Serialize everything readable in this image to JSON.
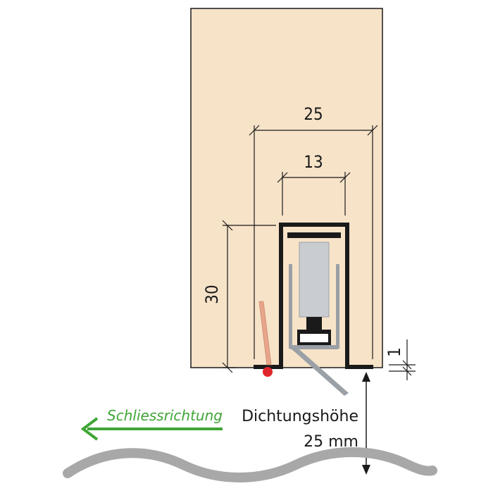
{
  "colors": {
    "door": "#f7e3c8",
    "outline": "#1a1a1a",
    "profile": "#1a1a1a",
    "seal": "#9aa0a6",
    "seal_light": "#c9ccd0",
    "accent_green": "#3fa535",
    "red_dot": "#e0262d",
    "pin": "#e8a58a",
    "floor": "#a8a8a8"
  },
  "dimensions": {
    "width_outer": "25",
    "width_inner": "13",
    "height": "30",
    "gap": "1"
  },
  "labels": {
    "direction": "Schliessrichtung",
    "seal_height_line1": "Dichtungshöhe",
    "seal_height_line2": "25 mm"
  },
  "icons": {
    "direction_arrow": "arrow-left-icon"
  }
}
